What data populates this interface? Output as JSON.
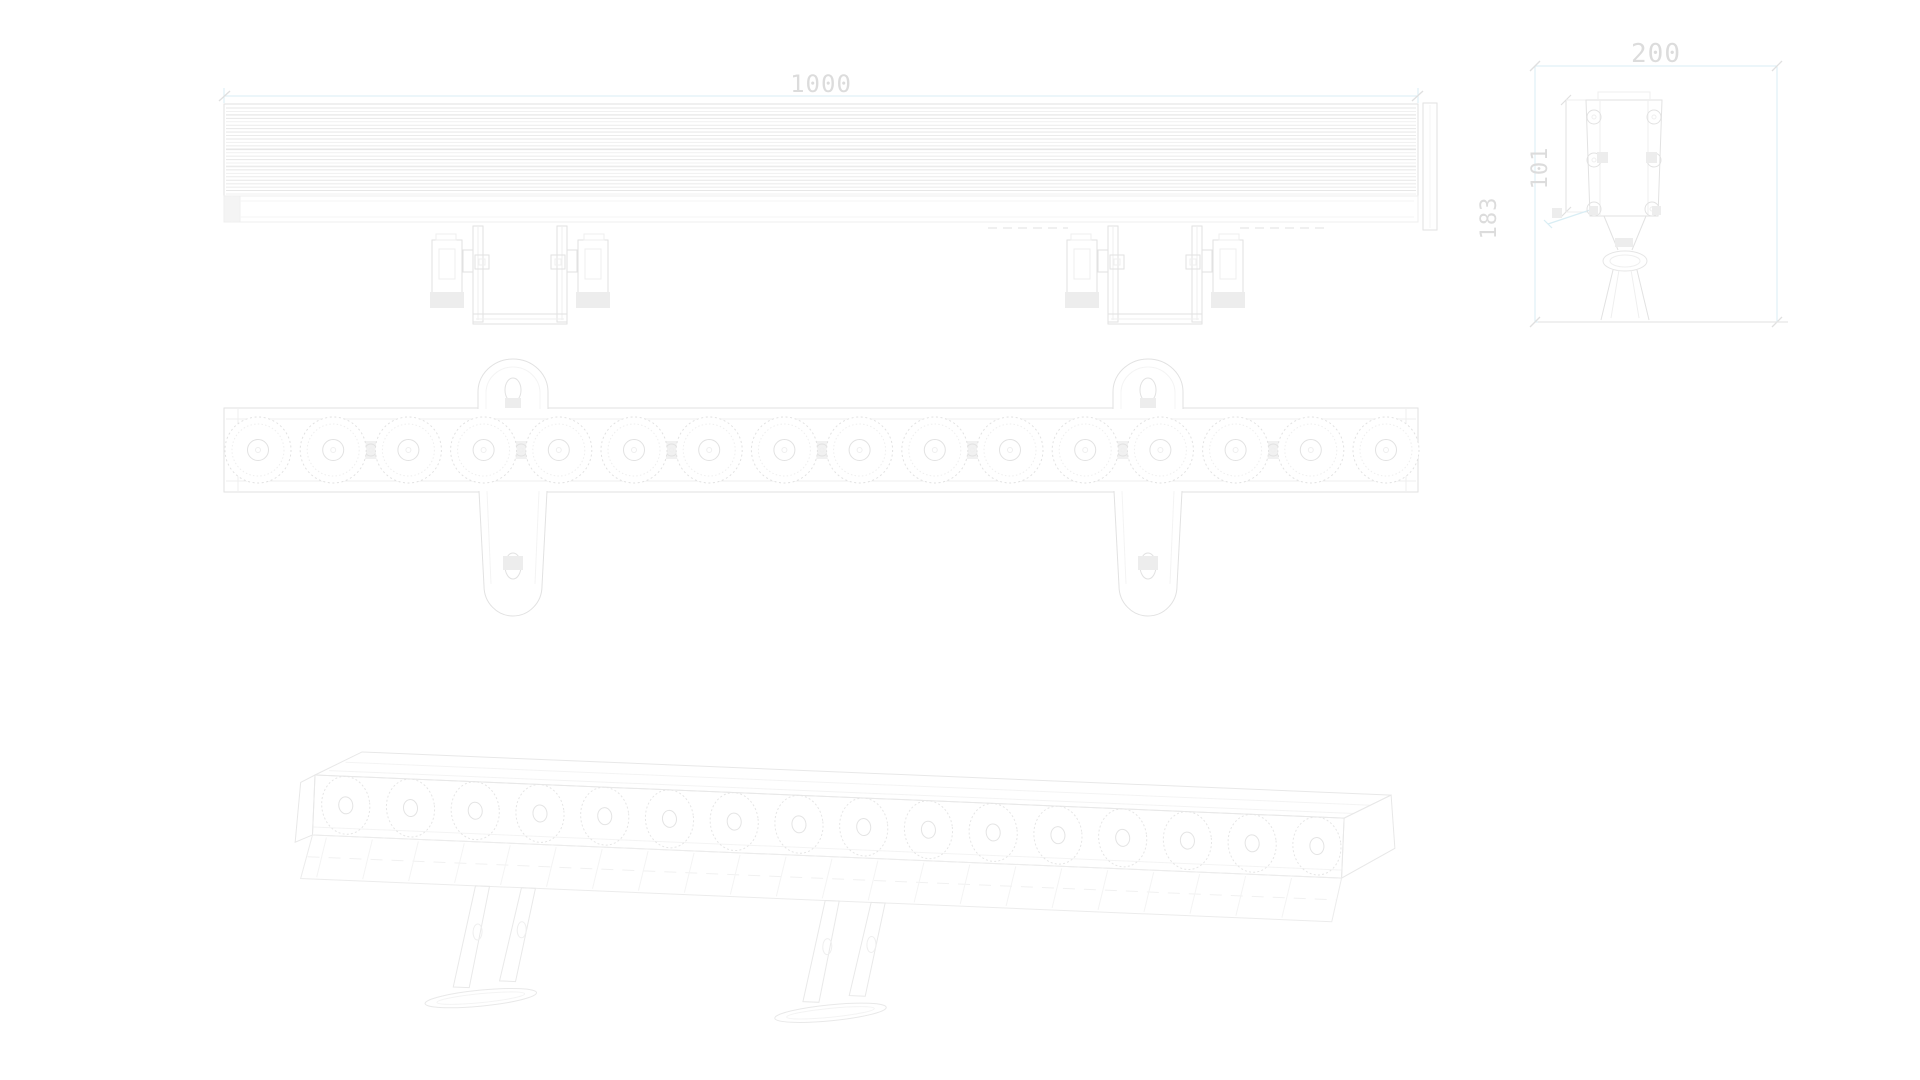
{
  "drawing": {
    "dimension_labels": {
      "overall_length": "1000",
      "section_width": "200",
      "section_height": "183",
      "mount_pitch": "101"
    },
    "colors": {
      "outline": "#e2e2e2",
      "soft": "#efefef",
      "faint": "#f4f4f4",
      "shade": "#ededed",
      "pad": "#f1f1f1",
      "dim_line": "#d9edf4",
      "dim_tick": "#e0e0e0",
      "dim_text": "#dcdcdc",
      "background": "#ffffff"
    },
    "top_view": {
      "fin_line_count": 26
    },
    "front_view": {
      "led_count": 16,
      "screw_positions_after_led": [
        2,
        4,
        6,
        8,
        10,
        12,
        14
      ]
    },
    "perspective_view": {
      "led_count": 16,
      "hatch_count": 22
    },
    "section_view": {
      "boss_count": 6
    }
  }
}
